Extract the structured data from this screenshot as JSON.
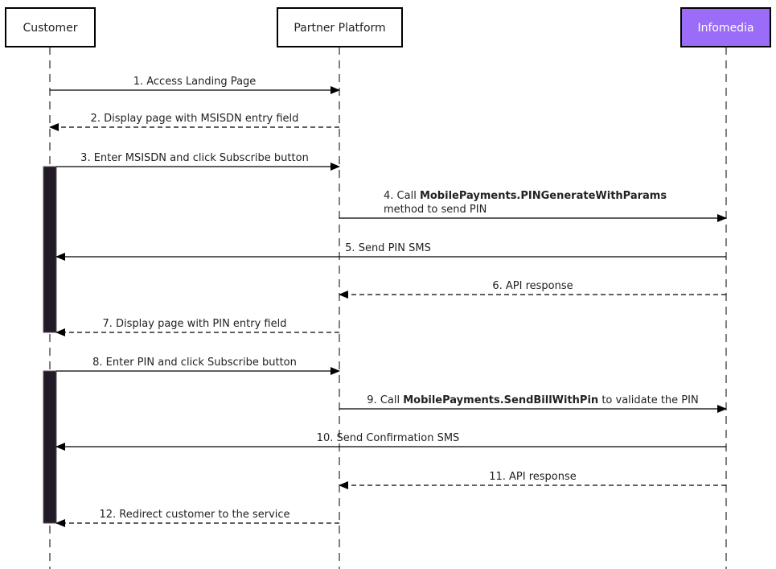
{
  "colors": {
    "line": "#000000",
    "activation": "#221a26",
    "highlight_participant": "#9b6cf7"
  },
  "participants": [
    {
      "id": "customer",
      "label": "Customer",
      "fill": "#ffffff",
      "text_color": "#222222"
    },
    {
      "id": "partner",
      "label": "Partner Platform",
      "fill": "#ffffff",
      "text_color": "#222222"
    },
    {
      "id": "infomedia",
      "label": "Infomedia",
      "fill": "#9b6cf7",
      "text_color": "#ffffff"
    }
  ],
  "messages": [
    {
      "from": "customer",
      "to": "partner",
      "style": "solid",
      "lines": [
        [
          {
            "t": "1. Access Landing Page"
          }
        ]
      ]
    },
    {
      "from": "partner",
      "to": "customer",
      "style": "dashed",
      "lines": [
        [
          {
            "t": "2. Display page with MSISDN entry field"
          }
        ]
      ]
    },
    {
      "from": "customer",
      "to": "partner",
      "style": "solid",
      "lines": [
        [
          {
            "t": "3. Enter MSISDN and click Subscribe button"
          }
        ]
      ]
    },
    {
      "from": "partner",
      "to": "infomedia",
      "style": "solid",
      "lines": [
        [
          {
            "t": "4. Call "
          },
          {
            "t": "MobilePayments.PINGenerateWithParams",
            "b": true
          }
        ],
        [
          {
            "t": "method to send PIN"
          }
        ]
      ]
    },
    {
      "from": "infomedia",
      "to": "customer",
      "style": "solid",
      "lines": [
        [
          {
            "t": "5. Send PIN SMS"
          }
        ]
      ]
    },
    {
      "from": "infomedia",
      "to": "partner",
      "style": "dashed",
      "lines": [
        [
          {
            "t": "6. API response"
          }
        ]
      ]
    },
    {
      "from": "partner",
      "to": "customer",
      "style": "dashed",
      "lines": [
        [
          {
            "t": "7. Display page with PIN entry field"
          }
        ]
      ]
    },
    {
      "from": "customer",
      "to": "partner",
      "style": "solid",
      "lines": [
        [
          {
            "t": "8. Enter PIN and click Subscribe button"
          }
        ]
      ]
    },
    {
      "from": "partner",
      "to": "infomedia",
      "style": "solid",
      "lines": [
        [
          {
            "t": "9. Call "
          },
          {
            "t": "MobilePayments.SendBillWithPin",
            "b": true
          },
          {
            "t": " to validate the PIN"
          }
        ]
      ]
    },
    {
      "from": "infomedia",
      "to": "customer",
      "style": "solid",
      "lines": [
        [
          {
            "t": "10. Send Confirmation SMS"
          }
        ]
      ]
    },
    {
      "from": "infomedia",
      "to": "partner",
      "style": "dashed",
      "lines": [
        [
          {
            "t": "11. API response"
          }
        ]
      ]
    },
    {
      "from": "partner",
      "to": "customer",
      "style": "dashed",
      "lines": [
        [
          {
            "t": "12. Redirect customer to the service"
          }
        ]
      ]
    }
  ],
  "activations": [
    {
      "participant": "customer",
      "from_message": 3,
      "to_message": 7
    },
    {
      "participant": "customer",
      "from_message": 8,
      "to_message": 12
    }
  ]
}
